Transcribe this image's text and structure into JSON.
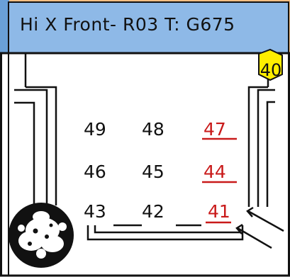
{
  "header": {
    "title": "Hi X Front- R03 T: G675",
    "band_color": "#f3be83",
    "accent_color": "#6aa0d8"
  },
  "hex_badge": {
    "label": "40",
    "color": "#ffee00"
  },
  "grid": {
    "rows": [
      [
        {
          "label": "49",
          "highlight": false
        },
        {
          "label": "48",
          "highlight": false
        },
        {
          "label": "47",
          "highlight": true
        }
      ],
      [
        {
          "label": "46",
          "highlight": false
        },
        {
          "label": "45",
          "highlight": false
        },
        {
          "label": "44",
          "highlight": true
        }
      ],
      [
        {
          "label": "43",
          "highlight": false
        },
        {
          "label": "42",
          "highlight": false
        },
        {
          "label": "41",
          "highlight": true
        }
      ]
    ],
    "highlight_color": "#c91a1a"
  },
  "icons": {
    "gobo": "gobo-pattern-icon",
    "arrows": "pointer-arrows-icon"
  }
}
